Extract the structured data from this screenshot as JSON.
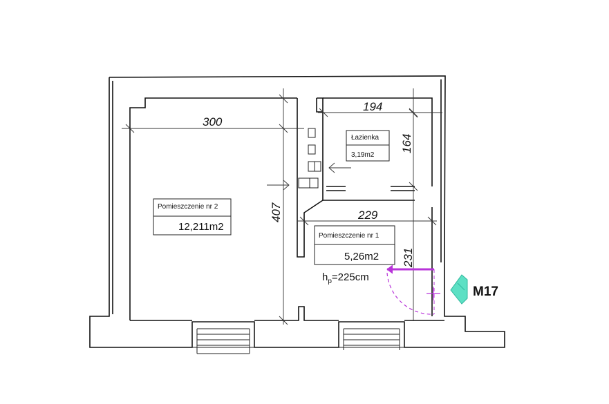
{
  "rooms": {
    "room2": {
      "name": "Pomieszczenie nr 2",
      "area": "12,211m2"
    },
    "room1": {
      "name": "Pomieszczenie nr 1",
      "area": "5,26m2"
    },
    "bathroom": {
      "name": "Łazienka",
      "area": "3,19m2"
    }
  },
  "dimensions": {
    "d300": "300",
    "d194": "194",
    "d164": "164",
    "d229": "229",
    "d407": "407",
    "d231": "231"
  },
  "height": {
    "h": "h",
    "sub": "p",
    "value": "=225cm"
  },
  "marker": {
    "label": "M17",
    "color": "#5de0c4"
  },
  "colors": {
    "door_accent": "#b833d9",
    "marker": "#5de0c4"
  }
}
